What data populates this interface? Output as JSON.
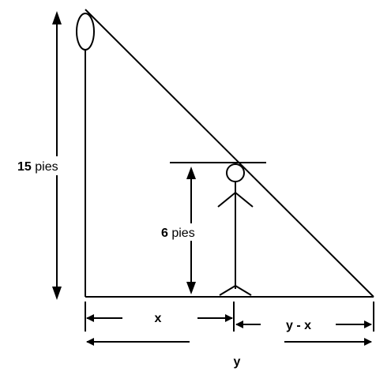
{
  "labels": {
    "lamp_height_value": "15",
    "lamp_height_unit": " pies",
    "person_height_value": "6",
    "person_height_unit": " pies",
    "distance_x": "x",
    "distance_y_minus_x": "y - x",
    "distance_y": "y"
  }
}
